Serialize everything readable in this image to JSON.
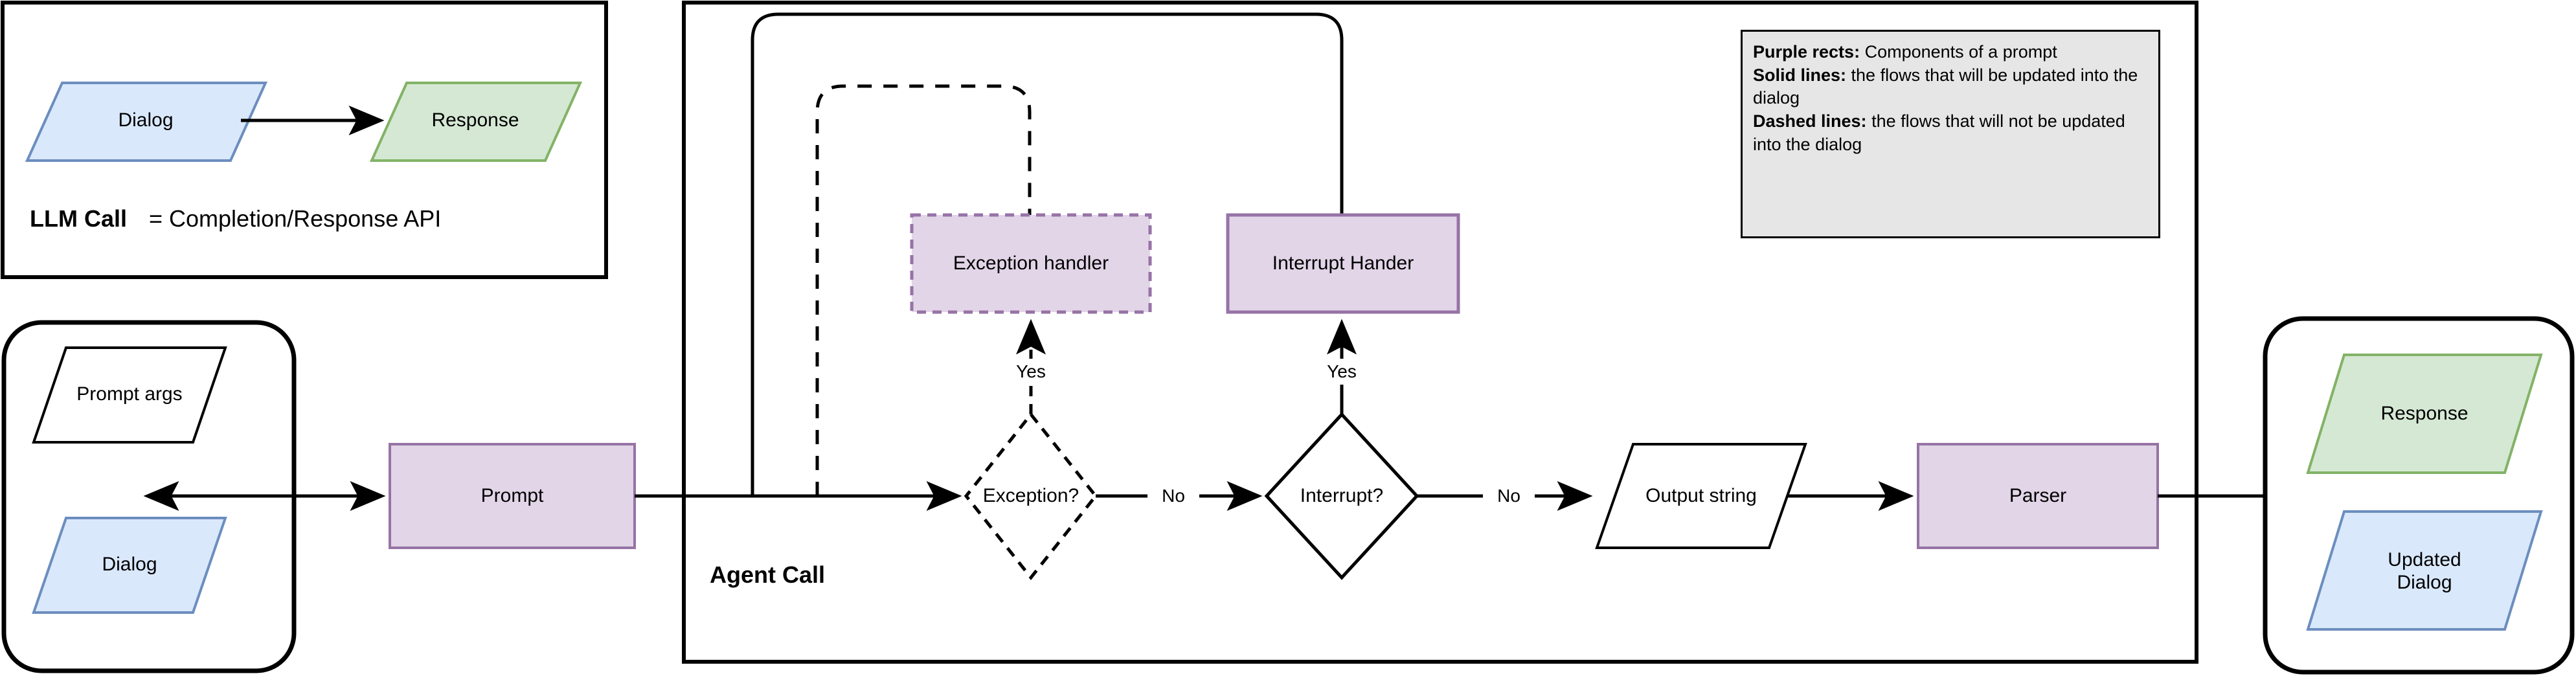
{
  "diagram": {
    "title_llm_call": "LLM Call",
    "title_llm_call_equals": "= Completion/Response API",
    "title_agent_call": "Agent Call"
  },
  "llm_call_panel": {
    "dialog_label": "Dialog",
    "response_label": "Response"
  },
  "inputs": {
    "prompt_args_label": "Prompt args",
    "dialog_label": "Dialog"
  },
  "nodes": {
    "prompt": "Prompt",
    "exception_handler": "Exception handler",
    "interrupt_handler": "Interrupt Hander",
    "exception_decision": "Exception?",
    "interrupt_decision": "Interrupt?",
    "output_string": "Output string",
    "parser": "Parser"
  },
  "outputs": {
    "response_label": "Response",
    "updated_dialog_label": "Updated\nDialog"
  },
  "edge_labels": {
    "exception_yes": "Yes",
    "exception_no": "No",
    "interrupt_yes": "Yes",
    "interrupt_no": "No"
  },
  "legend": {
    "line1_key": "Purple rects:",
    "line1_value": " Components of a prompt",
    "line2_key": "Solid lines:",
    "line2_value": " the flows that will be updated into the dialog",
    "line3_key": "Dashed lines:",
    "line3_value": " the flows that will not be updated into the dialog"
  },
  "colors": {
    "purple_fill": "#e1d5e7",
    "purple_stroke": "#9673a6",
    "blue_fill": "#dae8fc",
    "blue_stroke": "#6c8ebf",
    "green_fill": "#d5e8d4",
    "green_stroke": "#82b366",
    "legend_fill": "#e6e6e6",
    "line": "#000000"
  }
}
